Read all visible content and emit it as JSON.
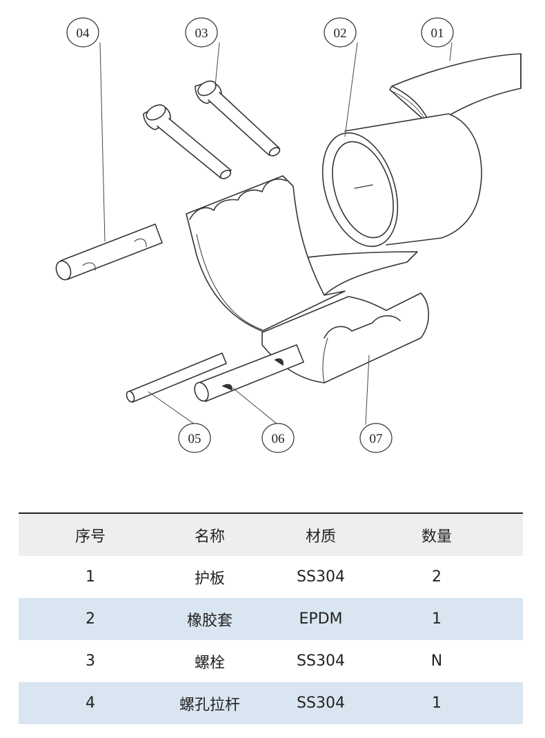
{
  "callouts": [
    "04",
    "03",
    "02",
    "01",
    "05",
    "06",
    "07"
  ],
  "table": {
    "headers": [
      "序号",
      "名称",
      "材质",
      "数量"
    ],
    "rows": [
      [
        "1",
        "护板",
        "SS304",
        "2"
      ],
      [
        "2",
        "橡胶套",
        "EPDM",
        "1"
      ],
      [
        "3",
        "螺栓",
        "SS304",
        "N"
      ],
      [
        "4",
        "螺孔拉杆",
        "SS304",
        "1"
      ]
    ]
  },
  "colors": {
    "row_alt": "#d9e5f0",
    "header_bg": "#eeeeec",
    "line": "#222222"
  }
}
